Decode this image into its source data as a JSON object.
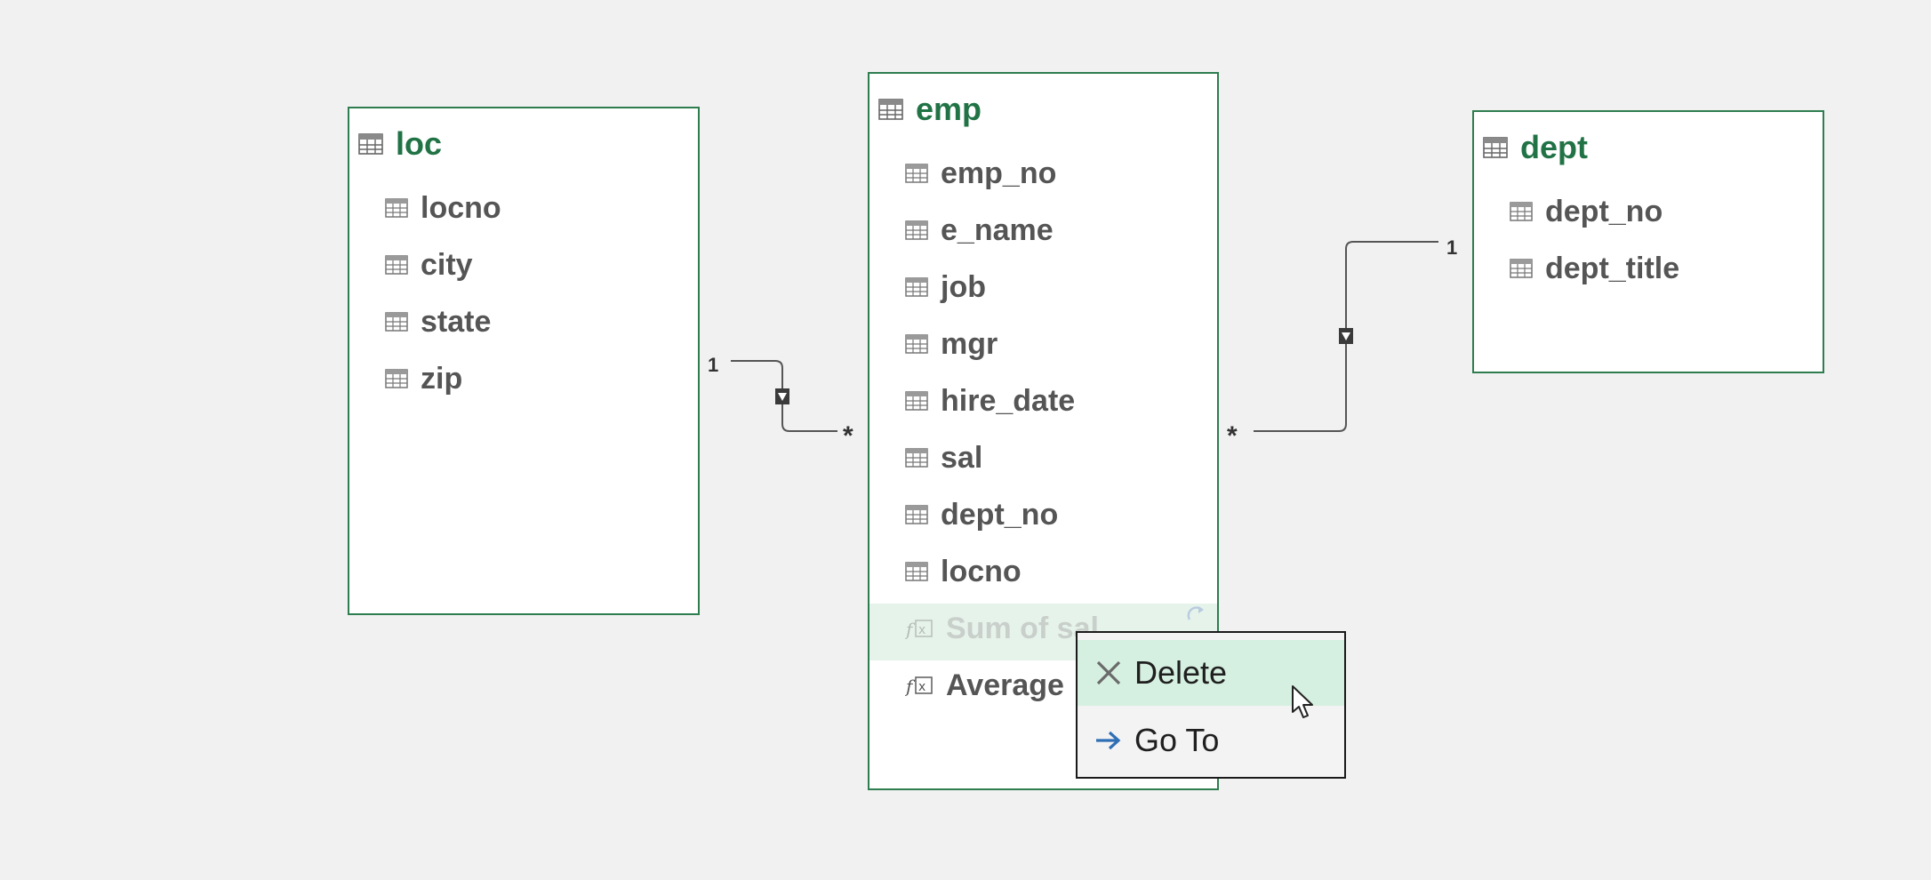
{
  "tables": {
    "loc": {
      "title": "loc",
      "fields": [
        "locno",
        "city",
        "state",
        "zip"
      ]
    },
    "emp": {
      "title": "emp",
      "fields": [
        "emp_no",
        "e_name",
        "job",
        "mgr",
        "hire_date",
        "sal",
        "dept_no",
        "locno"
      ],
      "measures": [
        "Sum of sal",
        "Average"
      ]
    },
    "dept": {
      "title": "dept",
      "fields": [
        "dept_no",
        "dept_title"
      ]
    }
  },
  "relationships": {
    "loc_emp": {
      "one_label": "1",
      "many_label": "*"
    },
    "dept_emp": {
      "one_label": "1",
      "many_label": "*"
    }
  },
  "context_menu": {
    "items": [
      {
        "label": "Delete",
        "icon": "close-icon"
      },
      {
        "label": "Go To",
        "icon": "arrow-right-icon"
      }
    ]
  },
  "colors": {
    "accent_green": "#217346",
    "border_green": "#2e7d4f",
    "hover_green": "#d5efe0",
    "goto_arrow_blue": "#2f6fb5"
  }
}
